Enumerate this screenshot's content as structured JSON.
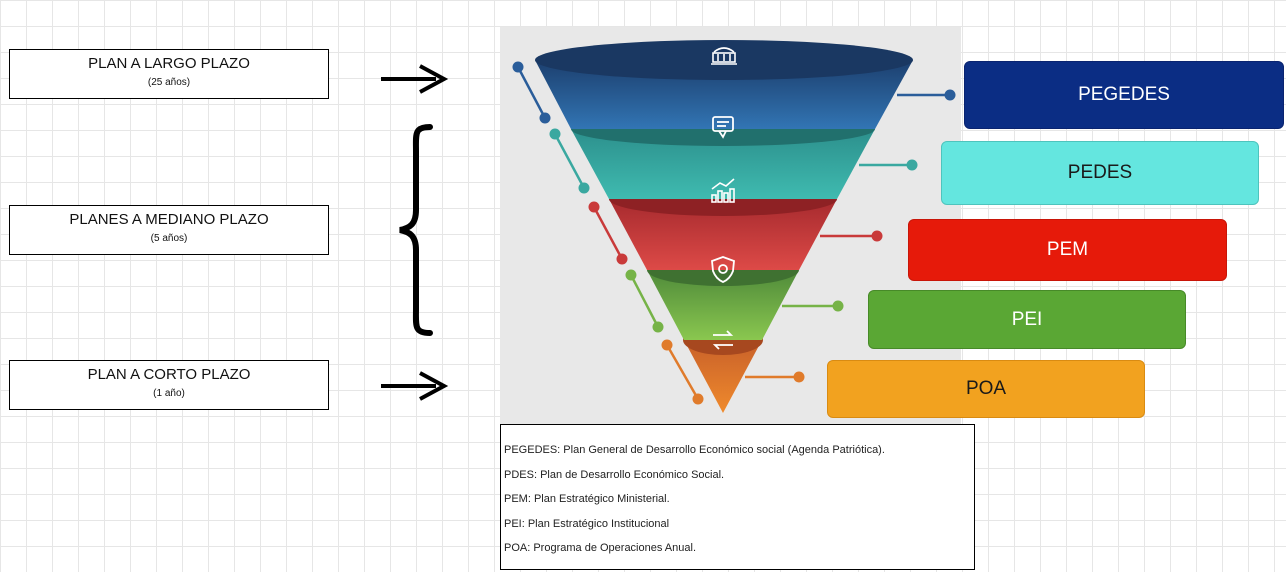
{
  "plans": [
    {
      "title": "PLAN A LARGO PLAZO",
      "subtitle": "(25 años)"
    },
    {
      "title": "PLANES A MEDIANO PLAZO",
      "subtitle": "(5 años)"
    },
    {
      "title": "PLAN A CORTO PLAZO",
      "subtitle": "(1 año)"
    }
  ],
  "levels": [
    {
      "label": "PEGEDES",
      "color": "#0b2d84",
      "text_color": "#ffffff",
      "icon": "building-icon"
    },
    {
      "label": "PEDES",
      "color": "#64e6df",
      "text_color": "#1a1a1a",
      "icon": "chat-icon"
    },
    {
      "label": "PEM",
      "color": "#e61a0a",
      "text_color": "#ffffff",
      "icon": "chart-icon"
    },
    {
      "label": "PEI",
      "color": "#5aa734",
      "text_color": "#ffffff",
      "icon": "shield-icon"
    },
    {
      "label": "POA",
      "color": "#f2a21f",
      "text_color": "#1a1a1a",
      "icon": "arrows-icon"
    }
  ],
  "legend": [
    "PEGEDES: Plan General de Desarrollo Económico social (Agenda Patriótica).",
    "PDES: Plan de Desarrollo Económico Social.",
    "PEM: Plan Estratégico Ministerial.",
    "PEI: Plan Estratégico Institucional",
    "POA: Programa de Operaciones Anual."
  ]
}
